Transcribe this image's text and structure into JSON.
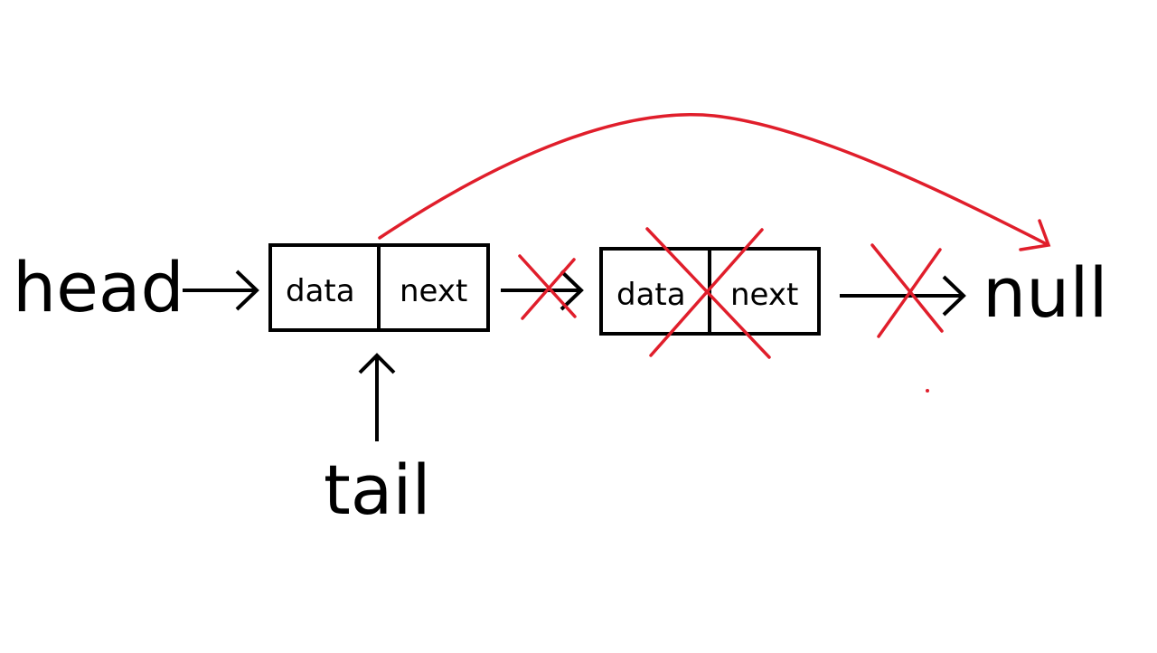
{
  "labels": {
    "head": "head",
    "tail": "tail",
    "null": "null"
  },
  "nodes": [
    {
      "data_label": "data",
      "next_label": "next",
      "deleted": false
    },
    {
      "data_label": "data",
      "next_label": "next",
      "deleted": true
    }
  ],
  "links": {
    "node1_to_node2_removed": true,
    "node2_to_null_removed": true,
    "node1_redirected_to_null": true
  },
  "colors": {
    "ink": "#000000",
    "annotation": "#e01e2b",
    "background": "#ffffff"
  }
}
